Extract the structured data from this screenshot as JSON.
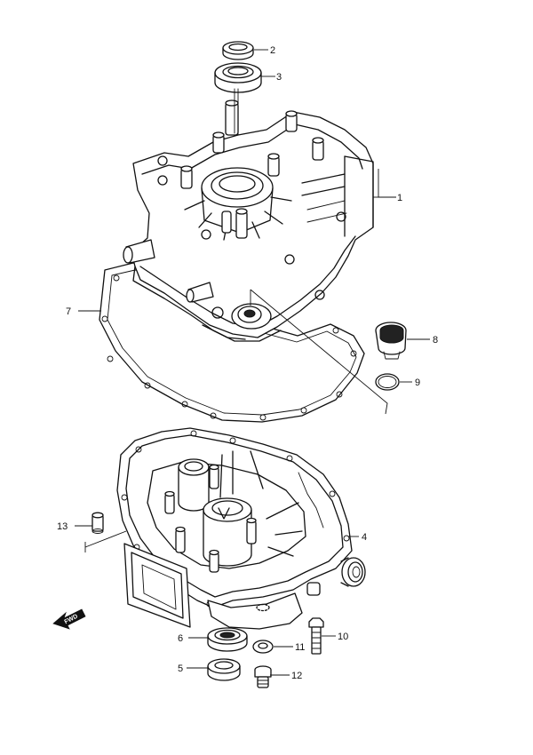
{
  "diagram": {
    "callouts": [
      "1",
      "2",
      "3",
      "4",
      "5",
      "6",
      "7",
      "8",
      "9",
      "10",
      "11",
      "12",
      "13"
    ],
    "fwd_label": "FWD"
  }
}
